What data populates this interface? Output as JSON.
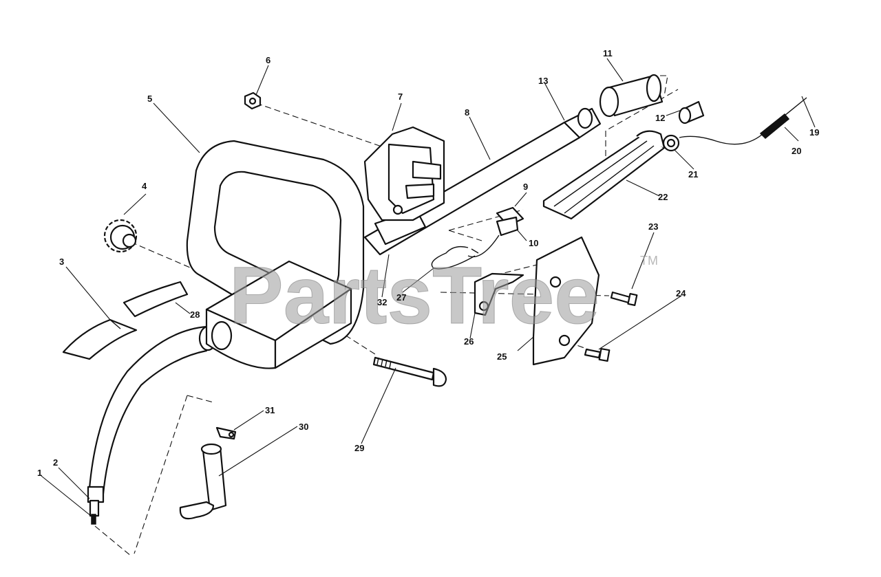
{
  "watermark": {
    "text": "PartsTree",
    "trademark": "TM",
    "color": "#9a9a9a"
  },
  "callouts": [
    {
      "id": "p1",
      "label": "1"
    },
    {
      "id": "p2",
      "label": "2"
    },
    {
      "id": "p3",
      "label": "3"
    },
    {
      "id": "p4",
      "label": "4"
    },
    {
      "id": "p5",
      "label": "5"
    },
    {
      "id": "p6",
      "label": "6"
    },
    {
      "id": "p7",
      "label": "7"
    },
    {
      "id": "p8",
      "label": "8"
    },
    {
      "id": "p9",
      "label": "9"
    },
    {
      "id": "p10",
      "label": "10"
    },
    {
      "id": "p11",
      "label": "11"
    },
    {
      "id": "p12",
      "label": "12"
    },
    {
      "id": "p13",
      "label": "13"
    },
    {
      "id": "p19",
      "label": "19"
    },
    {
      "id": "p20",
      "label": "20"
    },
    {
      "id": "p21",
      "label": "21"
    },
    {
      "id": "p22",
      "label": "22"
    },
    {
      "id": "p23",
      "label": "23"
    },
    {
      "id": "p24",
      "label": "24"
    },
    {
      "id": "p25",
      "label": "25"
    },
    {
      "id": "p26",
      "label": "26"
    },
    {
      "id": "p27",
      "label": "27"
    },
    {
      "id": "p28",
      "label": "28"
    },
    {
      "id": "p29",
      "label": "29"
    },
    {
      "id": "p30",
      "label": "30"
    },
    {
      "id": "p31",
      "label": "31"
    },
    {
      "id": "p32",
      "label": "32"
    }
  ]
}
